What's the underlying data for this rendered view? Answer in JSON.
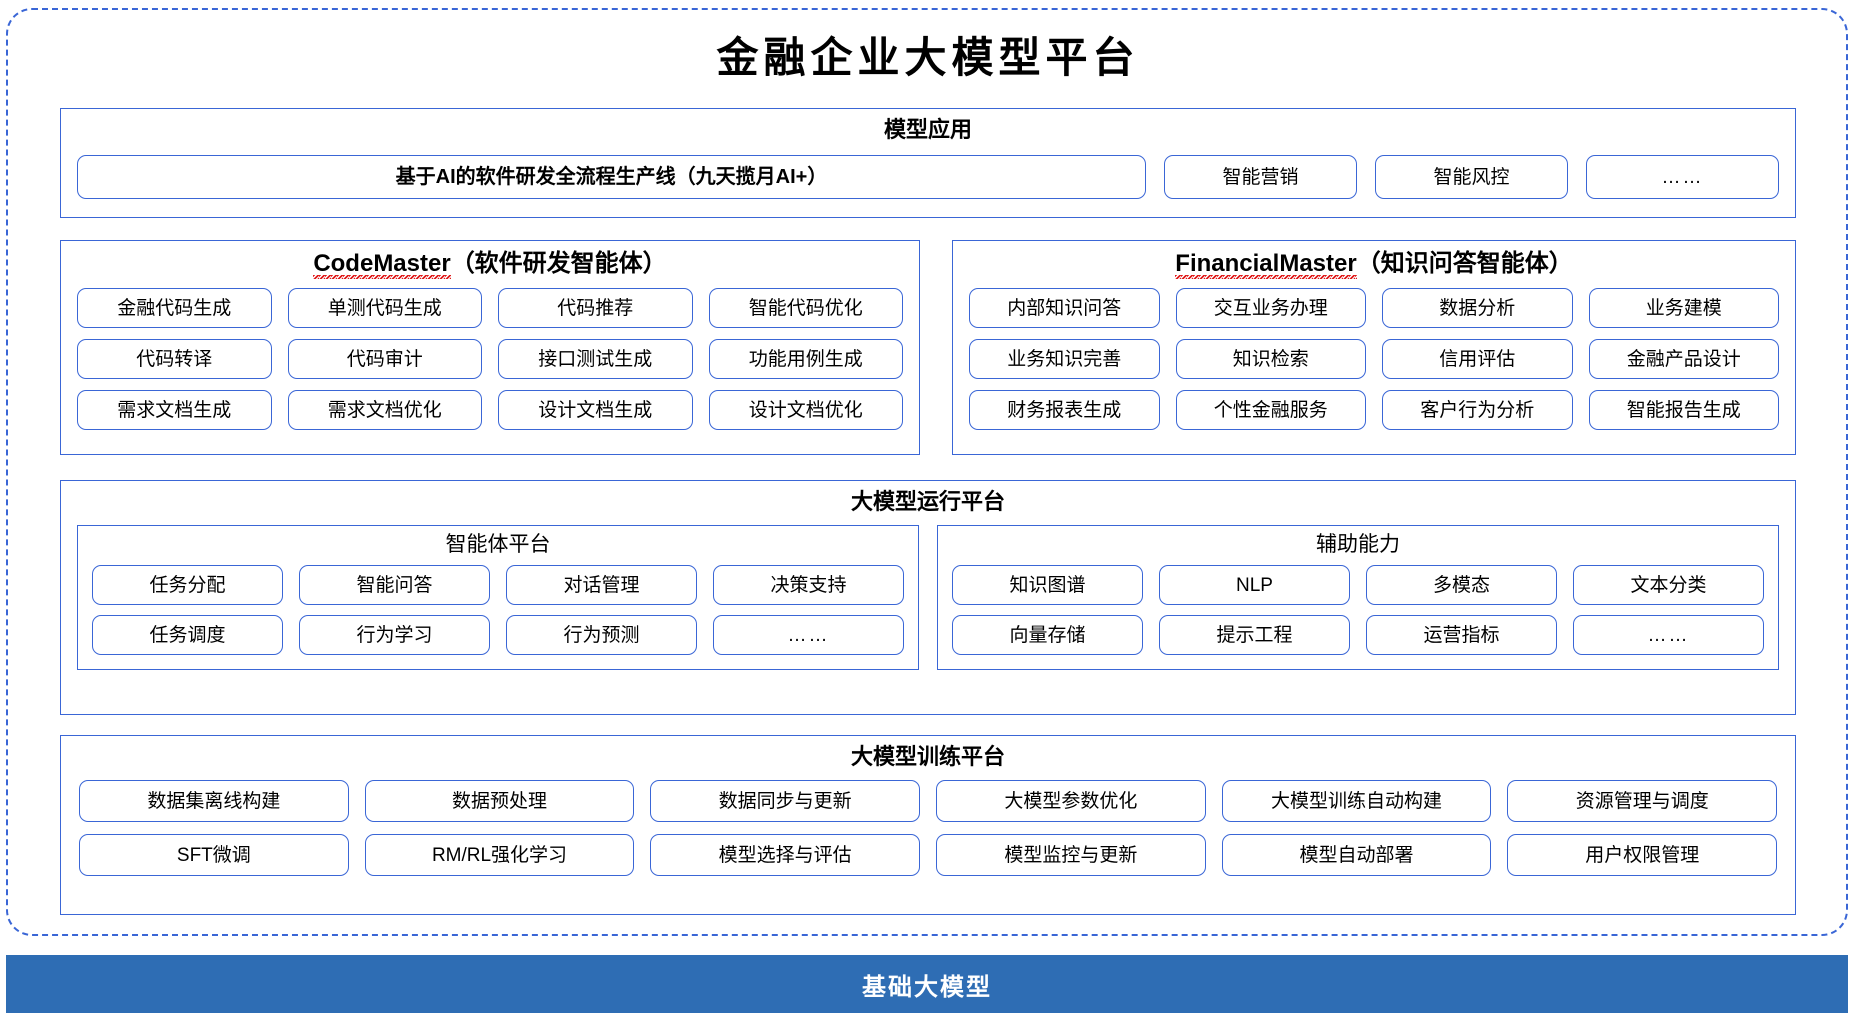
{
  "title": "金融企业大模型平台",
  "colors": {
    "border_blue": "#3a66d6",
    "foundation_blue": "#2E6DB4",
    "spellcheck_red": "#e01b1b",
    "text_black": "#000000"
  },
  "model_application": {
    "heading": "模型应用",
    "primary_item": "基于AI的软件研发全流程生产线（九天揽月AI+）",
    "items": [
      "智能营销",
      "智能风控",
      "……"
    ]
  },
  "agents": [
    {
      "name": "CodeMaster",
      "suffix": "（软件研发智能体）",
      "rows": [
        [
          "金融代码生成",
          "单测代码生成",
          "代码推荐",
          "智能代码优化"
        ],
        [
          "代码转译",
          "代码审计",
          "接口测试生成",
          "功能用例生成"
        ],
        [
          "需求文档生成",
          "需求文档优化",
          "设计文档生成",
          "设计文档优化"
        ]
      ]
    },
    {
      "name": "FinancialMaster",
      "suffix": "（知识问答智能体）",
      "rows": [
        [
          "内部知识问答",
          "交互业务办理",
          "数据分析",
          "业务建模"
        ],
        [
          "业务知识完善",
          "知识检索",
          "信用评估",
          "金融产品设计"
        ],
        [
          "财务报表生成",
          "个性金融服务",
          "客户行为分析",
          "智能报告生成"
        ]
      ]
    }
  ],
  "runtime_platform": {
    "heading": "大模型运行平台",
    "sections": [
      {
        "heading": "智能体平台",
        "rows": [
          [
            "任务分配",
            "智能问答",
            "对话管理",
            "决策支持"
          ],
          [
            "任务调度",
            "行为学习",
            "行为预测",
            "……"
          ]
        ]
      },
      {
        "heading": "辅助能力",
        "rows": [
          [
            "知识图谱",
            "NLP",
            "多模态",
            "文本分类"
          ],
          [
            "向量存储",
            "提示工程",
            "运营指标",
            "……"
          ]
        ]
      }
    ]
  },
  "training_platform": {
    "heading": "大模型训练平台",
    "rows": [
      [
        "数据集离线构建",
        "数据预处理",
        "数据同步与更新",
        "大模型参数优化",
        "大模型训练自动构建",
        "资源管理与调度"
      ],
      [
        "SFT微调",
        "RM/RL强化学习",
        "模型选择与评估",
        "模型监控与更新",
        "模型自动部署",
        "用户权限管理"
      ]
    ]
  },
  "foundation": {
    "label": "基础大模型"
  }
}
